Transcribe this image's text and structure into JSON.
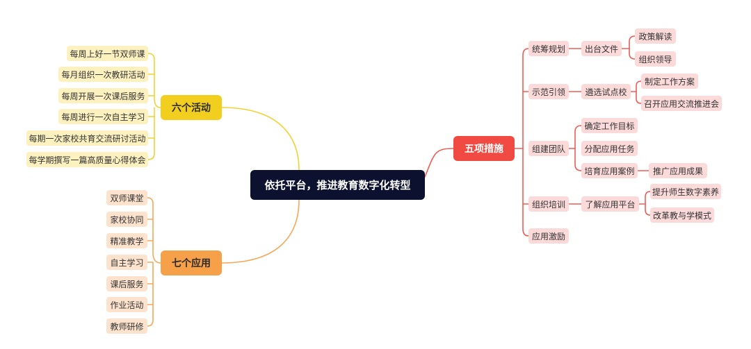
{
  "center": "依托平台，推进教育数字化转型",
  "six_activities": {
    "label": "六个活动",
    "items": [
      "每周上好一节双师课",
      "每月组织一次教研活动",
      "每周开展一次课后服务",
      "每周进行一次自主学习",
      "每期一次家校共育交流研讨活动",
      "每学期撰写一篇高质量心得体会"
    ]
  },
  "seven_applications": {
    "label": "七个应用",
    "items": [
      "双师课堂",
      "家校协同",
      "精准教学",
      "自主学习",
      "课后服务",
      "作业活动",
      "教师研修"
    ]
  },
  "five_measures": {
    "label": "五项措施",
    "m1": {
      "label": "统筹规划",
      "sub": "出台文件",
      "leaves": [
        "政策解读",
        "组织领导"
      ]
    },
    "m2": {
      "label": "示范引领",
      "sub": "遴选试点校",
      "leaves": [
        "制定工作方案",
        "召开应用交流推进会"
      ]
    },
    "m3": {
      "label": "组建团队",
      "items": [
        "确定工作目标",
        "分配应用任务",
        "培育应用案例"
      ],
      "leaf": "推广应用成果"
    },
    "m4": {
      "label": "组织培训",
      "sub": "了解应用平台",
      "leaves": [
        "提升师生数字素养",
        "改革教与学模式"
      ]
    },
    "m5": {
      "label": "应用激励"
    }
  },
  "colors": {
    "center_bg": "#0d1130",
    "yellow_branch": "#f2cf1f",
    "yellow_line": "#f2d232",
    "yellow_leaf": "#fdf1c0",
    "orange_branch": "#f6a04a",
    "orange_line": "#f5a75a",
    "orange_leaf": "#fde3cd",
    "red_branch": "#f14a42",
    "red_line": "#ef5b54",
    "red_leaf": "#fcdada"
  }
}
